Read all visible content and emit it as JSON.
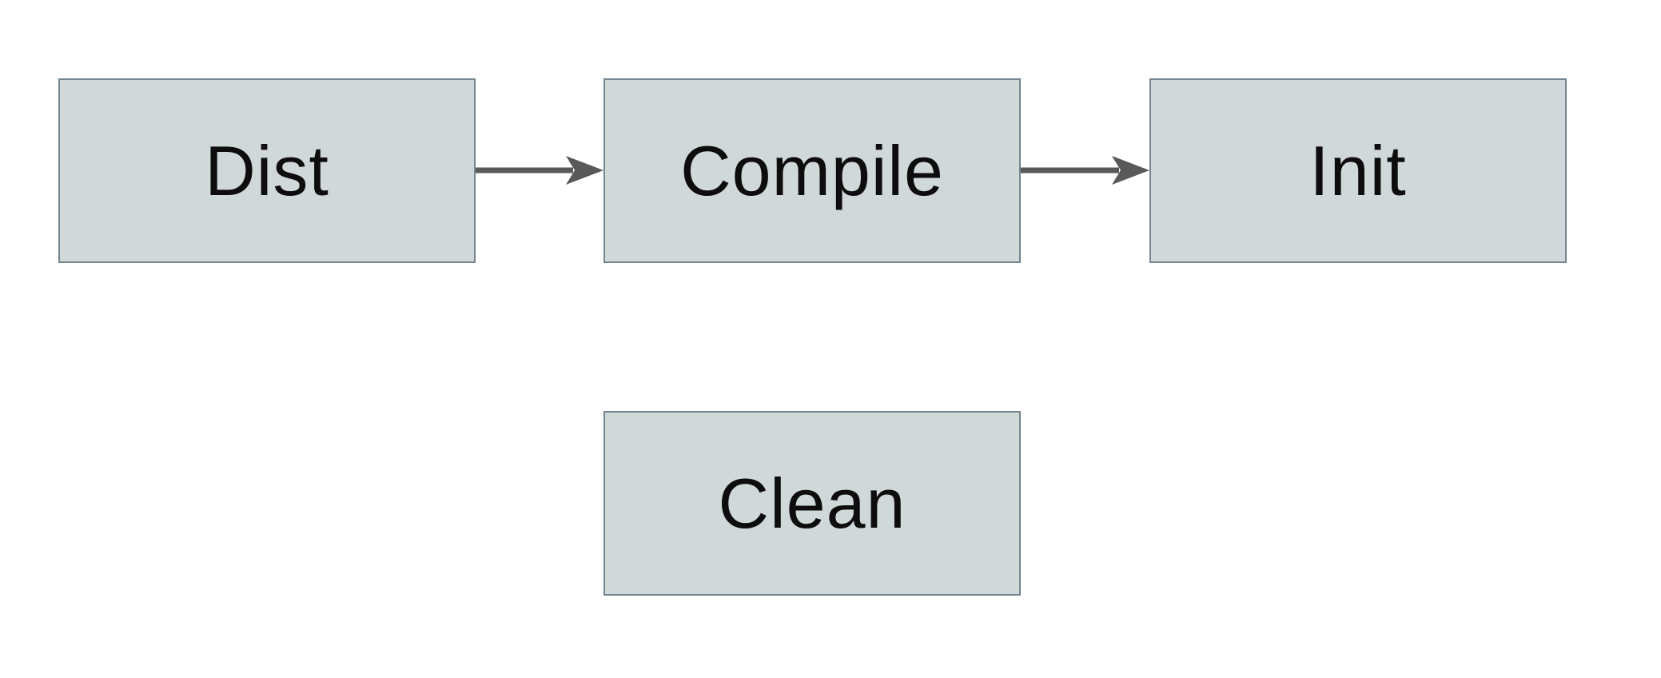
{
  "diagram": {
    "title": "build-task-flow",
    "colors": {
      "canvas_bg": "#ffffff",
      "box_fill": "#d1d8da",
      "box_border": "#73868f",
      "arrow_color": "#595959",
      "text_color": "#0d0d0d"
    },
    "nodes": [
      {
        "id": "dist",
        "label": "Dist"
      },
      {
        "id": "compile",
        "label": "Compile"
      },
      {
        "id": "init",
        "label": "Init"
      },
      {
        "id": "clean",
        "label": "Clean"
      }
    ],
    "edges": [
      {
        "from": "dist",
        "to": "compile"
      },
      {
        "from": "compile",
        "to": "init"
      }
    ]
  }
}
